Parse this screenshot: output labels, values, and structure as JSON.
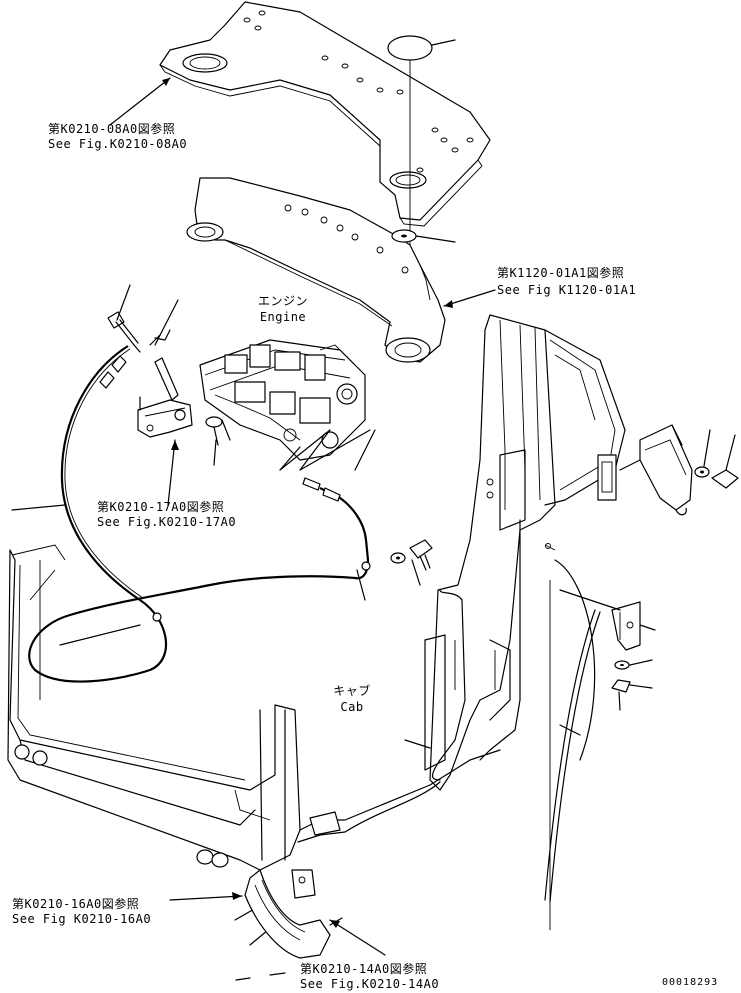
{
  "labels": {
    "plate_ref_jp": "第K0210-08A0図参照",
    "plate_ref_en": "See Fig.K0210-08A0",
    "frame_ref_jp": "第K1120-01A1図参照",
    "frame_ref_en": "See Fig K1120-01A1",
    "engine_jp": "エンジン",
    "engine_en": "Engine",
    "lever_ref_jp": "第K0210-17A0図参照",
    "lever_ref_en": "See Fig.K0210-17A0",
    "cab_jp": "キャブ",
    "cab_en": "Cab",
    "floor_ref_jp": "第K0210-16A0図参照",
    "floor_ref_en": "See Fig K0210-16A0",
    "duct_ref_jp": "第K0210-14A0図参照",
    "duct_ref_en": "See Fig.K0210-14A0",
    "drawing_number": "00018293"
  }
}
